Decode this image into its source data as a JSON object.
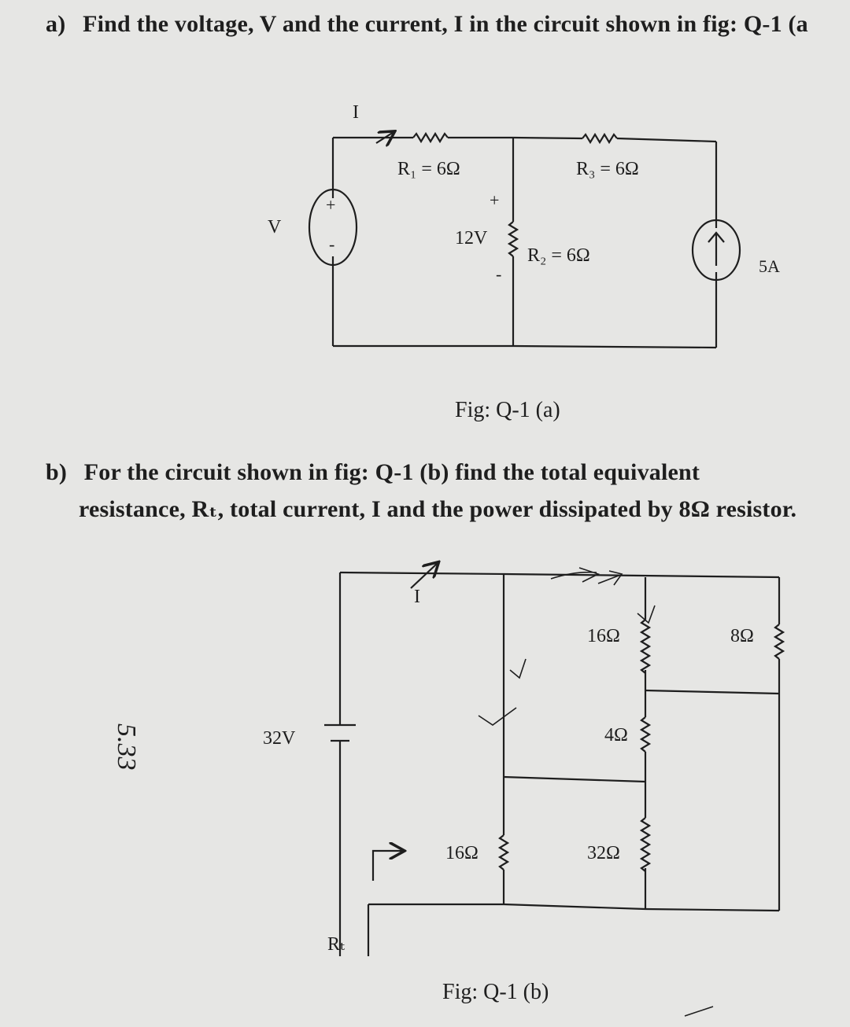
{
  "question_a": {
    "label": "a)",
    "text": "Find the voltage, V and the current, I in the circuit shown in fig: Q-1 (a"
  },
  "circuit_a": {
    "current_label": "I",
    "source_voltage_label": "V",
    "source_plus": "+",
    "source_minus": "-",
    "r1_label": "R₁ = 6Ω",
    "r2_label": "R₂ = 6Ω",
    "r3_label": "R₃ = 6Ω",
    "v12_label": "12V",
    "v12_plus": "+",
    "v12_minus": "-",
    "current_source_label": "5A",
    "caption": "Fig: Q-1 (a)"
  },
  "question_b": {
    "label": "b)",
    "line1": "For the circuit shown in fig: Q-1 (b) find the total equivalent",
    "line2": "resistance, Rₜ, total current, I and the power dissipated by 8Ω resistor."
  },
  "circuit_b": {
    "battery_label": "32V",
    "current_label": "I",
    "r_16a": "16Ω",
    "r_8": "8Ω",
    "r_4": "4Ω",
    "r_16b": "16Ω",
    "r_32": "32Ω",
    "rt_label": "Rₜ",
    "caption": "Fig: Q-1 (b)"
  },
  "handwritten_note": "5.33"
}
